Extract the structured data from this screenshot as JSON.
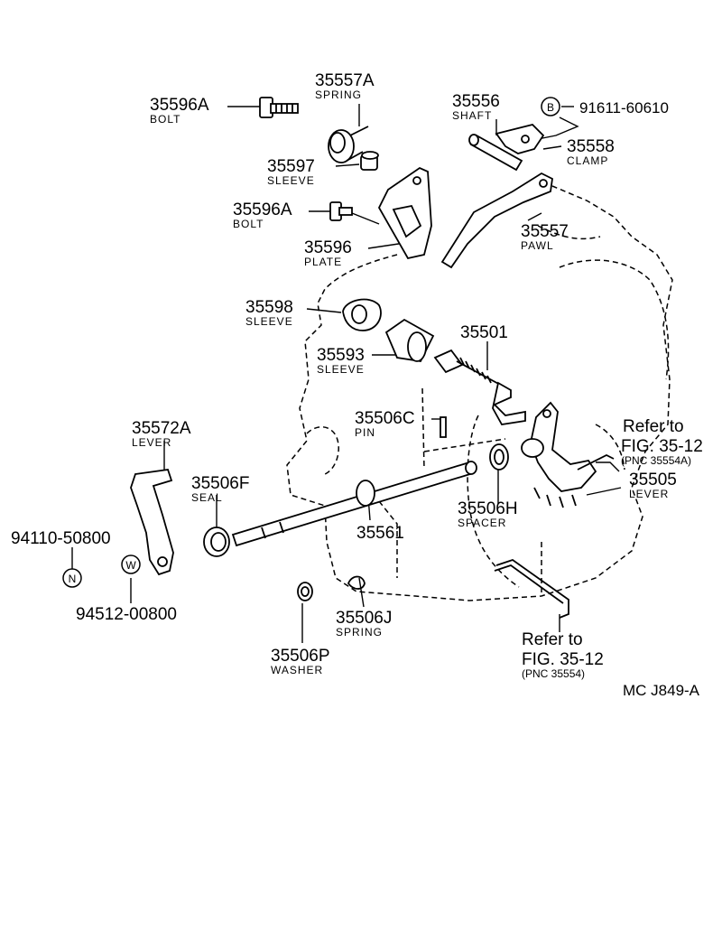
{
  "parts": [
    {
      "key": "bolt_a_top",
      "number": "35596A",
      "name": "BOLT"
    },
    {
      "key": "spring_a",
      "number": "35557A",
      "name": "SPRING"
    },
    {
      "key": "shaft",
      "number": "35556",
      "name": "SHAFT"
    },
    {
      "key": "bolt_b",
      "number": "91611-60610",
      "name": ""
    },
    {
      "key": "clamp",
      "number": "35558",
      "name": "CLAMP"
    },
    {
      "key": "sleeve_97",
      "number": "35597",
      "name": "SLEEVE"
    },
    {
      "key": "bolt_a_mid",
      "number": "35596A",
      "name": "BOLT"
    },
    {
      "key": "pawl",
      "number": "35557",
      "name": "PAWL"
    },
    {
      "key": "plate",
      "number": "35596",
      "name": "PLATE"
    },
    {
      "key": "sleeve_98",
      "number": "35598",
      "name": "SLEEVE"
    },
    {
      "key": "rod",
      "number": "35501",
      "name": ""
    },
    {
      "key": "sleeve_93",
      "number": "35593",
      "name": "SLEEVE"
    },
    {
      "key": "pin",
      "number": "35506C",
      "name": "PIN"
    },
    {
      "key": "lever_72a",
      "number": "35572A",
      "name": "LEVER"
    },
    {
      "key": "lever_05",
      "number": "35505",
      "name": "LEVER"
    },
    {
      "key": "seal",
      "number": "35506F",
      "name": "SEAL"
    },
    {
      "key": "spacer",
      "number": "35506H",
      "name": "SPACER"
    },
    {
      "key": "shaft_61",
      "number": "35561",
      "name": ""
    },
    {
      "key": "nut",
      "number": "94110-50800",
      "name": ""
    },
    {
      "key": "washer_w",
      "number": "94512-00800",
      "name": ""
    },
    {
      "key": "spring_j",
      "number": "35506J",
      "name": "SPRING"
    },
    {
      "key": "washer_p",
      "number": "35506P",
      "name": "WASHER"
    }
  ],
  "symbols": {
    "b": "B",
    "n": "N",
    "w": "W"
  },
  "refs": [
    {
      "line1": "Refer to",
      "line2": "FIG. 35-12",
      "line3": "(PNC 35554A)"
    },
    {
      "line1": "Refer to",
      "line2": "FIG. 35-12",
      "line3": "(PNC 35554)"
    }
  ],
  "diagram_code": "MC  J849-A"
}
